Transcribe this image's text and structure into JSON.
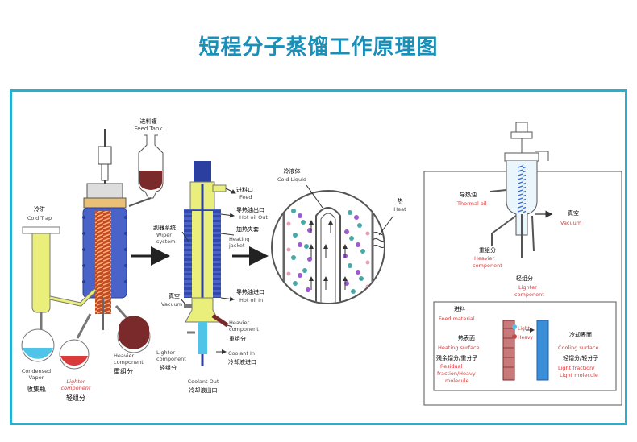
{
  "title": "短程分子蒸馏工作原理图",
  "left": {
    "feed_tank_cn": "进料罐",
    "feed_tank_en": "Feed Tank",
    "cold_trap_cn": "冷阱",
    "cold_trap_en": "Cold Trap",
    "condensed_vapor_en_1": "Condensed",
    "condensed_vapor_en_2": "Vapor",
    "collection_flask_cn": "收集瓶",
    "lighter_en_1": "Lighter",
    "lighter_en_2": "component",
    "lighter_cn": "轻组分",
    "heavier_en_1": "Heavier",
    "heavier_en_2": "component",
    "heavier_cn": "重组分"
  },
  "middle": {
    "wiper_cn": "刮器系统",
    "wiper_en_1": "Wiper",
    "wiper_en_2": "system",
    "vacuum_cn": "真空",
    "vacuum_en": "Vacuum",
    "lighter_en_1": "Lighter",
    "lighter_en_2": "component",
    "lighter_cn": "轻组分",
    "feed_cn": "进料口",
    "feed_en": "Feed",
    "hot_oil_out_cn": "导热油出口",
    "hot_oil_out_en": "Hot oil Out",
    "jacket_cn": "加热夹套",
    "jacket_en_1": "Heating",
    "jacket_en_2": "jacket",
    "hot_oil_in_cn": "导热油进口",
    "hot_oil_in_en": "Hot oil In",
    "heavier_en_1": "Heavier",
    "heavier_en_2": "component",
    "heavier_cn": "重组分",
    "coolant_in_en": "Coolant In",
    "coolant_in_cn": "冷却液进口",
    "coolant_out_en": "Coolant Out",
    "coolant_out_cn": "冷却液出口"
  },
  "circle": {
    "cold_liquid_cn": "冷液体",
    "cold_liquid_en": "Cold Liquid",
    "heat_cn": "热",
    "heat_en": "Heat"
  },
  "right": {
    "thermal_oil_cn": "导热油",
    "thermal_oil_en": "Thermal oil",
    "vacuum_cn": "真空",
    "vacuum_en": "Vacuum",
    "heavier_cn": "重组分",
    "heavier_en_1": "Heavier",
    "heavier_en_2": "component",
    "lighter_cn": "轻组分",
    "lighter_en_1": "Lighter",
    "lighter_en_2": "component",
    "feed_cn": "进料",
    "feed_en": "Feed material",
    "heating_cn": "热表面",
    "heating_en": "Heating surface",
    "cooling_cn": "冷却表面",
    "cooling_en": "Cooling surface",
    "residual_cn": "残余馏分/重分子",
    "residual_en_1": "Residual",
    "residual_en_2": "fraction/Heavy",
    "residual_en_3": "molecule",
    "light_cn": "轻馏分/轻分子",
    "light_en_1": "Light fraction/",
    "light_en_2": "Light molecule",
    "light_tag": "Light",
    "heavy_tag": "Heavy"
  },
  "colors": {
    "title": "#1a8fb8",
    "frame": "#25b0cf",
    "jacket_blue": "#4a63c9",
    "glass_yellow": "#e9ef7a",
    "flask_red": "#7a2a2a",
    "flask_blue": "#4fc3e8",
    "label_red": "#d83a3a"
  }
}
